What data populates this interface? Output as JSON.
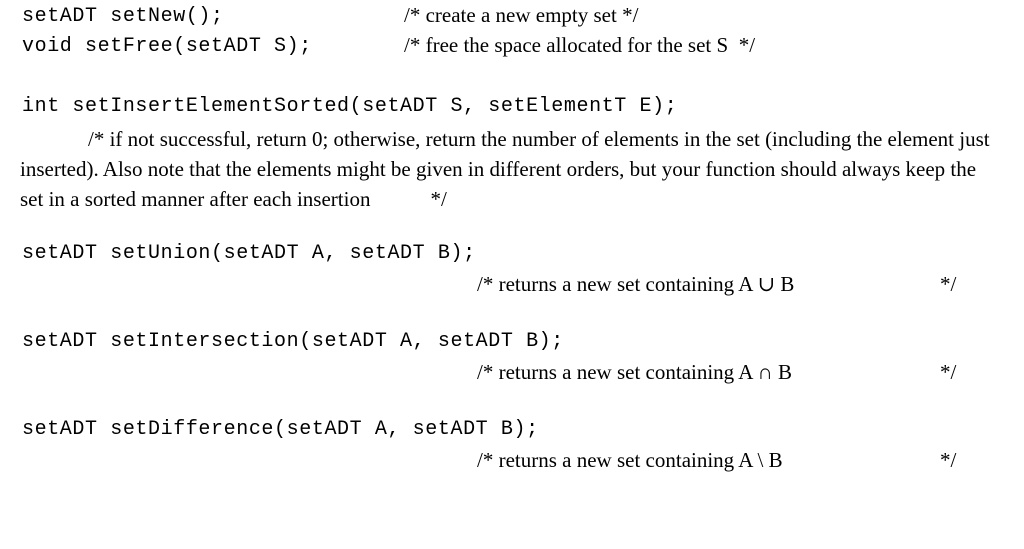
{
  "document": {
    "kind": "c-api-declarations",
    "subject": "setADT",
    "background_color": "#ffffff",
    "text_color": "#000000"
  },
  "lines": {
    "set_new": {
      "code": "setADT setNew();",
      "comment": "/* create a new empty set */"
    },
    "set_free": {
      "code": "void setFree(setADT S);",
      "comment": "/* free the space allocated for the set S  */"
    },
    "set_insert": {
      "code": "int setInsertElementSorted(setADT S, setElementT E);",
      "comment_lead": "/* if not successful, return 0; otherwise, return the number of elements in the set (including the element just inserted). Also note that the elements might be given in different orders, but your function should always keep the set in a sorted manner after each insertion",
      "comment_close": "*/"
    },
    "set_union": {
      "code": "setADT setUnion(setADT A, setADT B);",
      "comment": "/* returns a new set containing A ∪ B",
      "comment_close": "*/"
    },
    "set_intersection": {
      "code": "setADT setIntersection(setADT A, setADT B);",
      "comment": "/* returns a new set containing A ∩ B",
      "comment_close": "*/"
    },
    "set_difference": {
      "code": "setADT setDifference(setADT A, setADT B);",
      "comment": "/* returns a new set containing A \\ B",
      "comment_close": "*/"
    }
  }
}
